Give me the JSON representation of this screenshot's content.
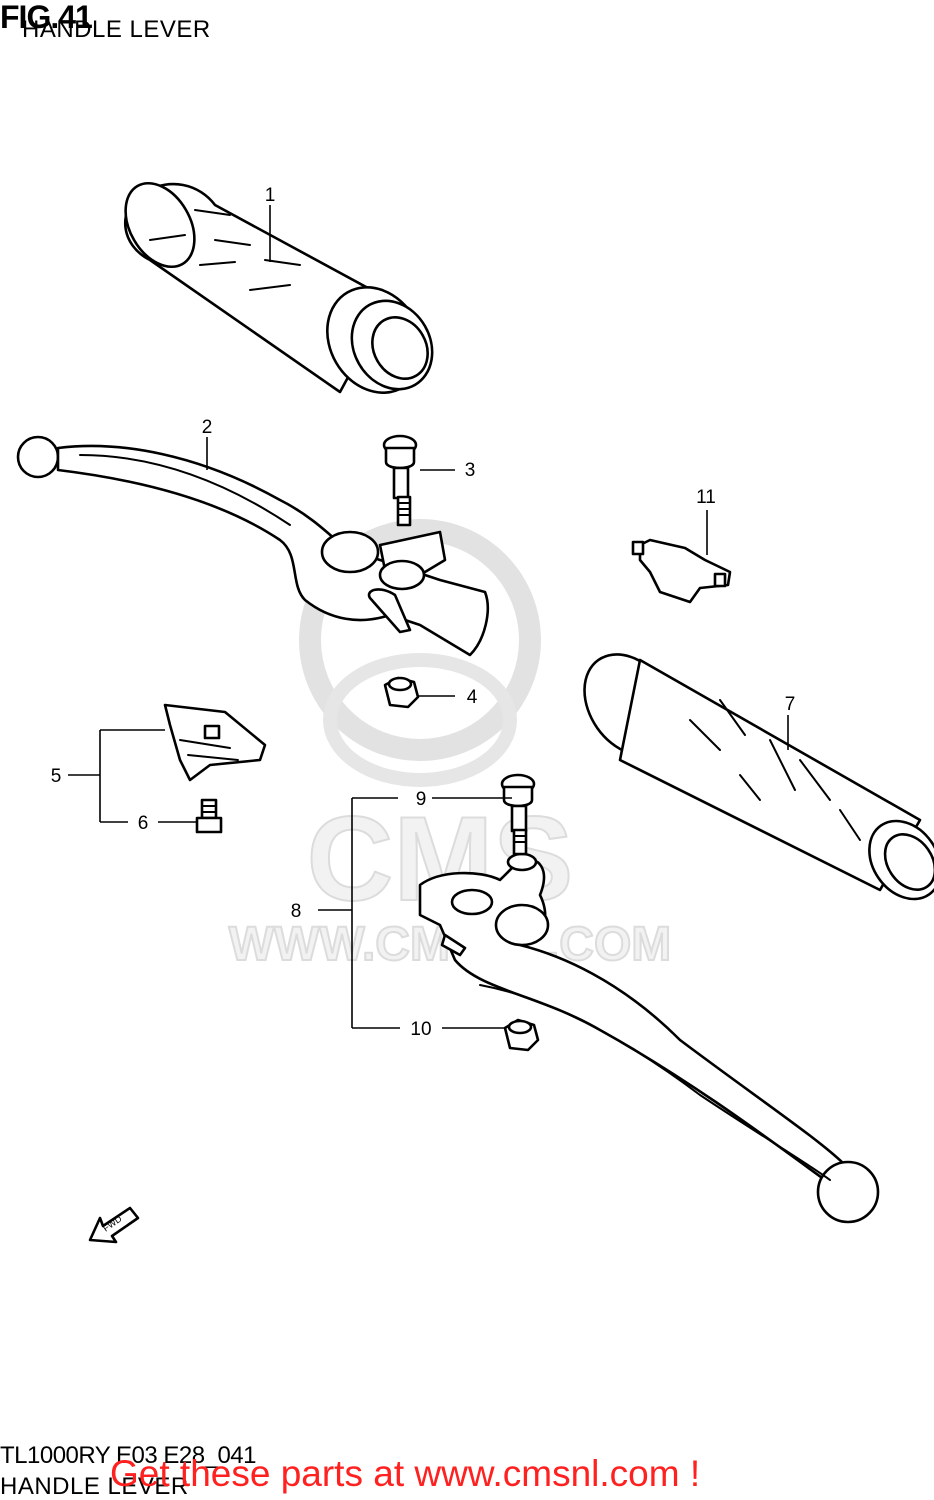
{
  "header": {
    "figure": "FIG.41",
    "subtitle": "HANDLE LEVER"
  },
  "callouts": [
    {
      "id": "1",
      "label": "1"
    },
    {
      "id": "2",
      "label": "2"
    },
    {
      "id": "3",
      "label": "3"
    },
    {
      "id": "4",
      "label": "4"
    },
    {
      "id": "5",
      "label": "5"
    },
    {
      "id": "6",
      "label": "6"
    },
    {
      "id": "7",
      "label": "7"
    },
    {
      "id": "8",
      "label": "8"
    },
    {
      "id": "9",
      "label": "9"
    },
    {
      "id": "10",
      "label": "10"
    },
    {
      "id": "11",
      "label": "11"
    }
  ],
  "watermark": {
    "brand": "CMS",
    "url": "WWW.CMSNL.COM"
  },
  "direction_arrow": {
    "label": "FWD"
  },
  "footer": {
    "model_code": "TL1000RY E03 E28_041",
    "subtitle": "HANDLE LEVER",
    "promo": "Get these parts at www.cmsnl.com !"
  },
  "colors": {
    "promo": "#ff2020",
    "watermark": "#dcdcdc",
    "line": "#000000"
  }
}
